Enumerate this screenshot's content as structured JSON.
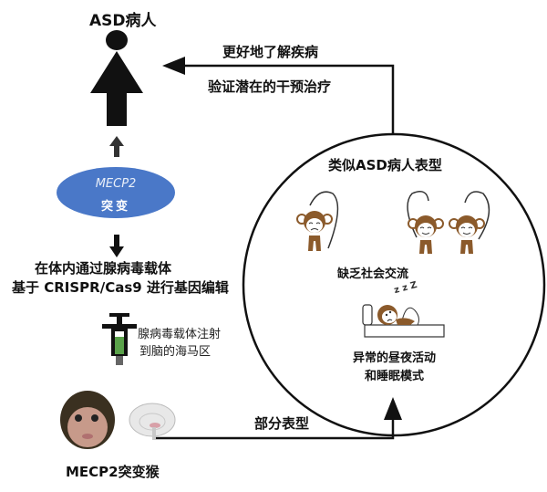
{
  "patient": {
    "title": "ASD病人",
    "icon": "person-icon"
  },
  "feedback_arrow": {
    "label_top": "更好地了解疾病",
    "label_bottom": "验证潜在的干预治疗"
  },
  "mutation": {
    "gene": "MECP2",
    "label": "突变",
    "color": "#4a78c8"
  },
  "editing": {
    "line1": "在体内通过腺病毒载体",
    "line2": "基于 CRISPR/Cas9 进行基因编辑"
  },
  "injection": {
    "line1": "腺病毒载体注射",
    "line2": "到脑的海马区",
    "icon": "syringe-icon",
    "fill_color": "#5aa24a"
  },
  "monkey_model": {
    "label": "MECP2突变猴",
    "icons": [
      "monkey-face-icon",
      "brain-icon"
    ]
  },
  "partial_arrow": {
    "label": "部分表型"
  },
  "phenotype_circle": {
    "title": "类似ASD病人表型",
    "social": {
      "label": "缺乏社会交流",
      "icons": [
        "sad-monkey-icon",
        "happy-monkey-icon",
        "happy-monkey-icon"
      ]
    },
    "sleep": {
      "line1": "异常的昼夜活动",
      "line2": "和睡眠模式",
      "icon": "sleeping-monkey-icon",
      "zzz": "z z Z"
    },
    "monkey_color": "#8b5a2b"
  }
}
